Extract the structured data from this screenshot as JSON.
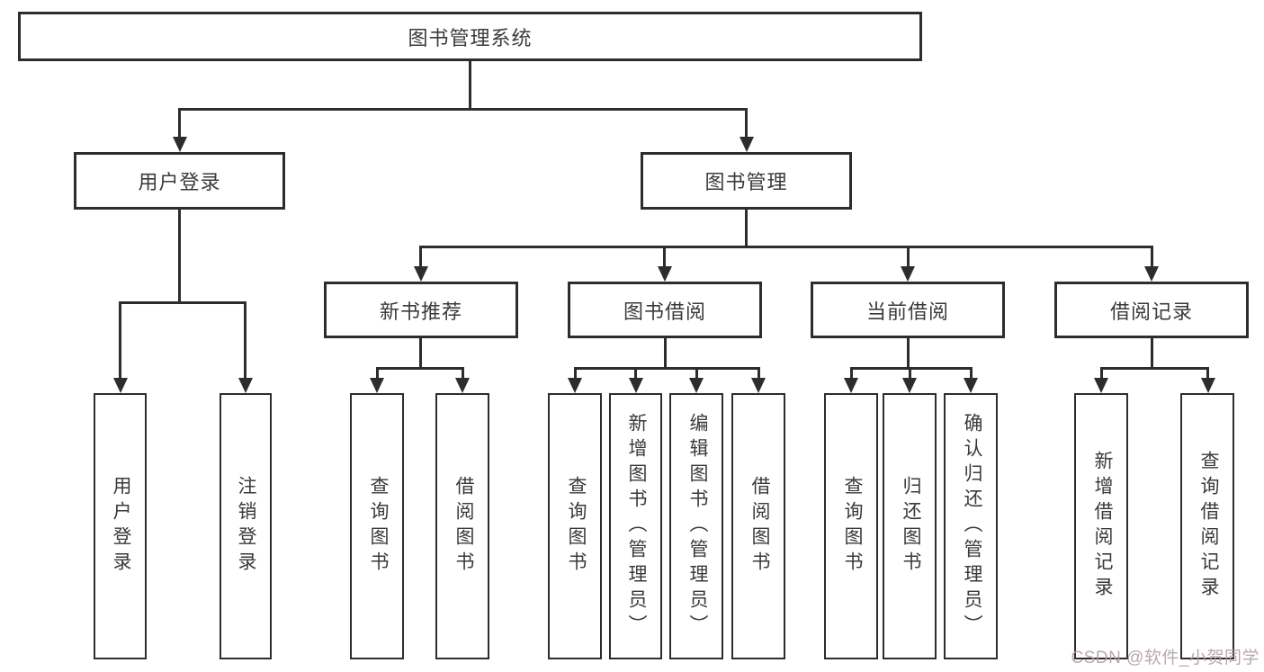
{
  "diagram": {
    "root": {
      "label": "图书管理系统"
    },
    "level2": [
      {
        "label": "用户登录"
      },
      {
        "label": "图书管理"
      }
    ],
    "level3": [
      {
        "label": "新书推荐"
      },
      {
        "label": "图书借阅"
      },
      {
        "label": "当前借阅"
      },
      {
        "label": "借阅记录"
      }
    ],
    "leaves": {
      "login": [
        {
          "label": "用户登录"
        },
        {
          "label": "注销登录"
        }
      ],
      "recommend": [
        {
          "label": "查询图书"
        },
        {
          "label": "借阅图书"
        }
      ],
      "borrow": [
        {
          "label": "查询图书"
        },
        {
          "label": "新增图书（管理员）"
        },
        {
          "label": "编辑图书（管理员）"
        },
        {
          "label": "借阅图书"
        }
      ],
      "current": [
        {
          "label": "查询图书"
        },
        {
          "label": "归还图书"
        },
        {
          "label": "确认归还（管理员）"
        }
      ],
      "records": [
        {
          "label": "新增借阅记录"
        },
        {
          "label": "查询借阅记录"
        }
      ]
    }
  },
  "watermark": {
    "text": "CSDN @软件_小贺同学"
  },
  "colors": {
    "line": "#2d2d2d",
    "text": "#3a3a3a",
    "watermark": "#b3a0a0",
    "background": "#ffffff"
  }
}
